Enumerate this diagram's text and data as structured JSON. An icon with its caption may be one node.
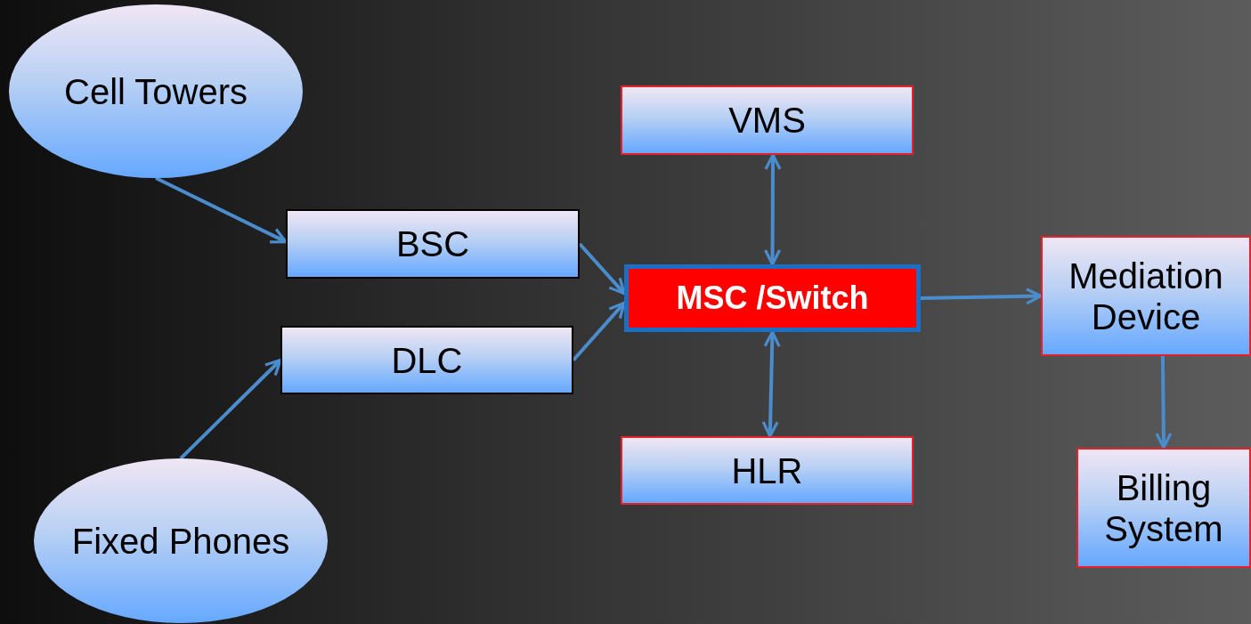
{
  "diagram": {
    "nodes": [
      {
        "text": [
          "Cell Towers"
        ]
      },
      {
        "text": [
          "BSC"
        ]
      },
      {
        "text": [
          "DLC"
        ]
      },
      {
        "text": [
          "Fixed Phones"
        ]
      },
      {
        "text": [
          "VMS"
        ]
      },
      {
        "text": [
          "MSC /Switch"
        ]
      },
      {
        "text": [
          "HLR"
        ]
      },
      {
        "text": [
          "Mediation Device"
        ]
      },
      {
        "text": [
          "Billing System"
        ]
      }
    ],
    "edges": [
      {
        "from": 0,
        "to": 1,
        "arrow": "to"
      },
      {
        "from": 3,
        "to": 2,
        "arrow": "to"
      },
      {
        "from": 1,
        "to": 5,
        "arrow": "to"
      },
      {
        "from": 2,
        "to": 5,
        "arrow": "to"
      },
      {
        "from": 4,
        "to": 5,
        "arrow": "both"
      },
      {
        "from": 5,
        "to": 6,
        "arrow": "both"
      },
      {
        "from": 5,
        "to": 7,
        "arrow": "to"
      },
      {
        "from": 7,
        "to": 8,
        "arrow": "to"
      }
    ]
  }
}
